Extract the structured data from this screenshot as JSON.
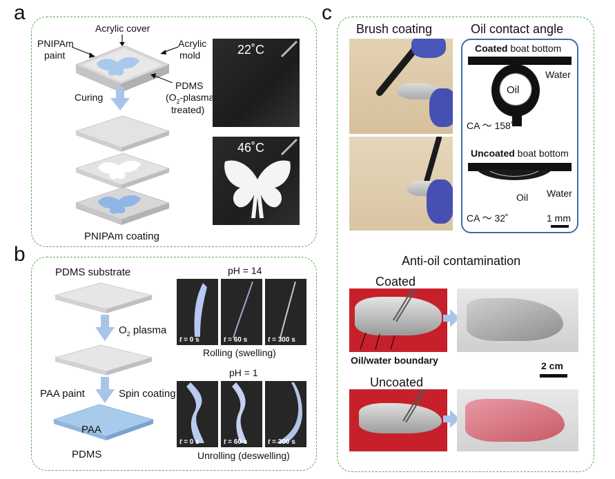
{
  "panels": {
    "a": {
      "label": "a",
      "acrylic_cover": "Acrylic cover",
      "pnipam_paint_1": "PNIPAm",
      "pnipam_paint_2": "paint",
      "acrylic_mold_1": "Acrylic",
      "acrylic_mold_2": "mold",
      "pdms_1": "PDMS",
      "pdms_2": "(O",
      "pdms_2_sub": "2",
      "pdms_2_b": "-plasma-",
      "pdms_3": "treated)",
      "curing": "Curing",
      "coating": "PNIPAm coating",
      "temp_low": "22˚C",
      "temp_high": "46˚C"
    },
    "b": {
      "label": "b",
      "substrate": "PDMS substrate",
      "o2_plasma_pre": "O",
      "o2_plasma_sub": "2",
      "o2_plasma_post": " plasma",
      "paa_paint": "PAA paint",
      "spin_coating": "Spin coating",
      "paa": "PAA",
      "pdms": "PDMS",
      "ph_high": "pH = 14",
      "ph_low": "pH = 1",
      "rolling": "Rolling (swelling)",
      "unrolling": "Unrolling (deswelling)",
      "times": [
        "= 0 s",
        "= 60 s",
        "= 300 s"
      ],
      "t_var": "t"
    },
    "c": {
      "label": "c",
      "brush_coating": "Brush coating",
      "oil_contact_angle": "Oil contact angle",
      "coated_bold": "Coated",
      "boat_bottom": " boat bottom",
      "uncoated_bold": "Uncoated",
      "water": "Water",
      "oil": "Oil",
      "ca_coated": "CA ～ 158˚",
      "ca_uncoated": "CA ～ 32˚",
      "scale_1mm": "1 mm",
      "anti_oil": "Anti-oil contamination",
      "coated": "Coated",
      "uncoated": "Uncoated",
      "boundary": "Oil/water boundary",
      "scale_2cm": "2 cm"
    }
  },
  "colors": {
    "panel_border": "#5aa84f",
    "paint_blue": "#a9c9ec",
    "arrow_blue": "#a9c4ea",
    "contact_box": "#3a6fa6",
    "red_bg": "#c8202a"
  }
}
